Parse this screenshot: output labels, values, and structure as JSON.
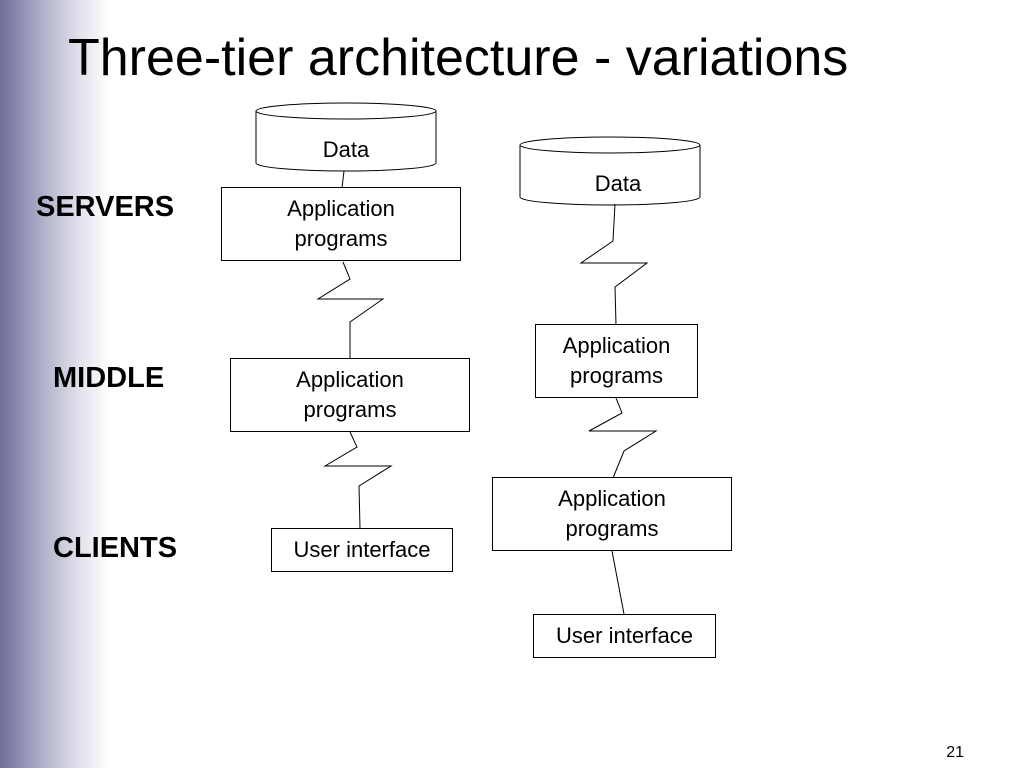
{
  "slide": {
    "title": "Three-tier architecture - variations",
    "page_number": "21"
  },
  "tiers": {
    "servers": "SERVERS",
    "middle": "MIDDLE",
    "clients": "CLIENTS"
  },
  "left_stack": {
    "data": "Data",
    "server_app": "Application\nprograms",
    "middle_app": "Application\nprograms",
    "client_ui": "User interface"
  },
  "right_stack": {
    "data": "Data",
    "middle_app": "Application\nprograms",
    "client_app": "Application\nprograms",
    "client_ui": "User interface"
  }
}
